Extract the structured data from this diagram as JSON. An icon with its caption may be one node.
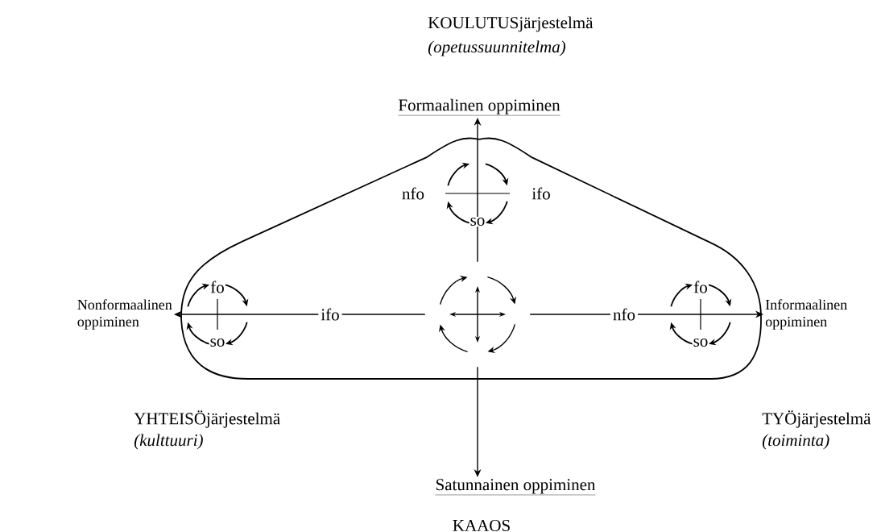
{
  "diagram": {
    "nodes": [
      {
        "text": [
          "Formaalinen oppiminen"
        ]
      },
      {
        "text": [
          "Nonformaalinen oppiminen"
        ]
      },
      {
        "text": [
          "Informaalinen oppiminen"
        ]
      },
      {
        "text": [
          "Satunnainen oppiminen"
        ]
      },
      {
        "text": [],
        "shape": "picture"
      }
    ],
    "edges": [
      {
        "from": 4,
        "to": 0,
        "arrow": "to"
      },
      {
        "from": 4,
        "to": 1,
        "arrow": "to",
        "label": "ifo"
      },
      {
        "from": 4,
        "to": 2,
        "arrow": "to",
        "label": "nfo"
      },
      {
        "from": 4,
        "to": 3,
        "arrow": "to"
      }
    ],
    "labels": [
      "KOULUTUSjärjestelmä",
      "(opetussuunnitelma)",
      "nfo",
      "ifo",
      "so",
      "fo",
      "so",
      "fo",
      "so",
      "YHTEISÖjärjestelmä",
      "(kulttuuri)",
      "TYÖjärjestelmä",
      "(toiminta)",
      "KAAOS"
    ]
  }
}
